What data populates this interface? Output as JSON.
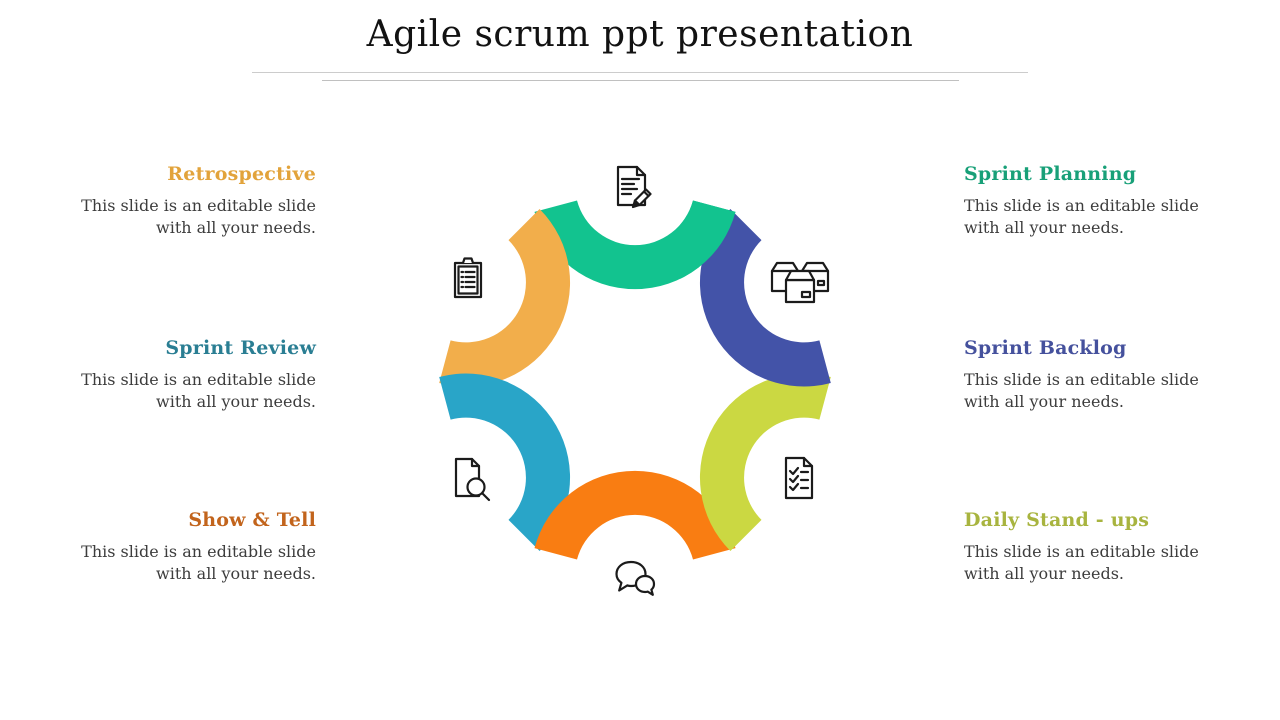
{
  "slide_title": "Agile scrum ppt presentation",
  "body_text": [
    "This slide is an editable slide",
    "with all your needs."
  ],
  "steps": [
    {
      "title": "Retrospective",
      "color": "#E2A33B",
      "icon": "clipboard-icon"
    },
    {
      "title": "Sprint Review",
      "color": "#2A7E93",
      "icon": "document-search-icon"
    },
    {
      "title": "Show & Tell",
      "color": "#C2641C",
      "icon": "speech-bubbles-icon"
    },
    {
      "title": "Sprint Planning",
      "color": "#18A078",
      "icon": "document-edit-icon"
    },
    {
      "title": "Sprint Backlog",
      "color": "#45519D",
      "icon": "boxes-icon"
    },
    {
      "title": "Daily Stand - ups",
      "color": "#A8B43F",
      "icon": "checklist-icon"
    }
  ],
  "diagram": {
    "segments": [
      {
        "name": "sprint-planning",
        "color": "#12C38F"
      },
      {
        "name": "retrospective",
        "color": "#F2AE4B"
      },
      {
        "name": "sprint-review",
        "color": "#29A5C8"
      },
      {
        "name": "show-and-tell",
        "color": "#F97D12"
      },
      {
        "name": "daily-stand-ups",
        "color": "#CBD842"
      },
      {
        "name": "sprint-backlog",
        "color": "#4353A8"
      }
    ]
  }
}
